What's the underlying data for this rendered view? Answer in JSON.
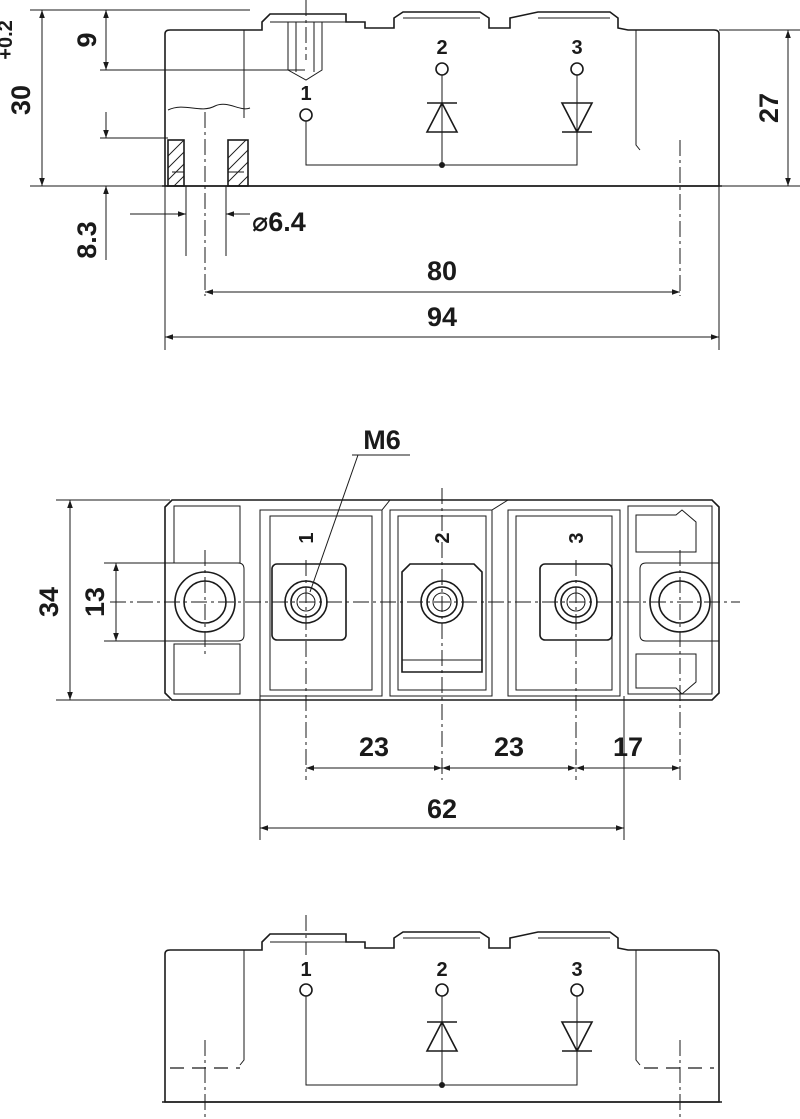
{
  "dimensions": {
    "height_total": "30",
    "height_tolerance": "+0.2",
    "terminal_height": "9",
    "body_height": "27",
    "base_depth": "8.3",
    "hole_diameter": "⌀6.4",
    "hole_pitch": "80",
    "overall_length": "94",
    "thread": "M6",
    "overall_width": "34",
    "terminal_width": "13",
    "spacing_1_2": "23",
    "spacing_2_3": "23",
    "spacing_3_end": "17",
    "span_1_end": "62"
  },
  "terminals": {
    "t1": "1",
    "t2": "2",
    "t3": "3"
  },
  "colors": {
    "line": "#1a1a1a",
    "background": "#ffffff"
  }
}
